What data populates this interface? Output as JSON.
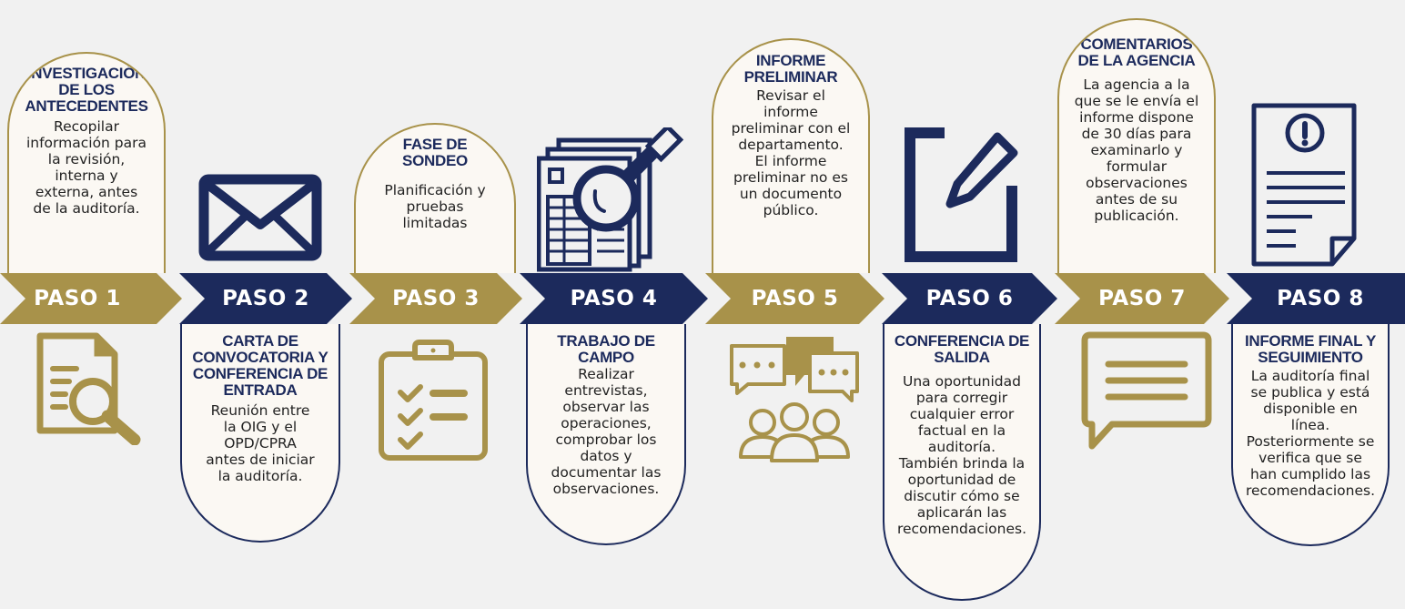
{
  "colors": {
    "gold": "#a8924a",
    "navy": "#1c2a5c",
    "background": "#f1f1f1",
    "card": "#fbf8f3"
  },
  "steps": [
    {
      "label": "PASO 1",
      "title": "INVESTIGACIÓN\nDE LOS\nANTECEDENTES",
      "text": "Recopilar\ninformación para\nla revisión,\ninterna y\nexterna, antes\nde la auditoría.",
      "icon": "document-search-icon"
    },
    {
      "label": "PASO 2",
      "title": "CARTA DE\nCONVOCATORIA Y\nCONFERENCIA DE\nENTRADA",
      "text": "Reunión entre\nla OIG y el\nOPD/CPRA\nantes de iniciar\nla auditoría.",
      "icon": "envelope-icon"
    },
    {
      "label": "PASO 3",
      "title": "FASE DE\nSONDEO",
      "text": "Planificación y\npruebas\nlimitadas",
      "icon": "clipboard-checklist-icon"
    },
    {
      "label": "PASO 4",
      "title": "TRABAJO DE\nCAMPO",
      "text": "Realizar\nentrevistas,\nobservar las\noperaciones,\ncomprobar los\ndatos y\ndocumentar las\nobservaciones.",
      "icon": "magnifier-documents-icon"
    },
    {
      "label": "PASO 5",
      "title": "INFORME\nPRELIMINAR",
      "text": "Revisar el\ninforme\npreliminar con el\ndepartamento.\nEl informe\npreliminar no es\nun documento\npúblico.",
      "icon": "people-speech-icon"
    },
    {
      "label": "PASO 6",
      "title": "CONFERENCIA DE\nSALIDA",
      "text": "Una oportunidad\npara corregir\ncualquier error\nfactual en la\nauditoría.\nTambién brinda la\noportunidad de\ndiscutir cómo se\naplicarán las\nrecomendaciones.",
      "icon": "edit-pencil-icon"
    },
    {
      "label": "PASO 7",
      "title": "COMENTARIOS\nDE LA AGENCIA",
      "text": "La agencia a la\nque se le envía el\ninforme dispone\nde 30 días para\nexaminarlo y\nformular\nobservaciones\nantes de su\npublicación.",
      "icon": "speech-bubble-icon"
    },
    {
      "label": "PASO 8",
      "title": "INFORME FINAL Y\nSEGUIMIENTO",
      "text": "La auditoría final\nse publica y está\ndisponible en\nlínea.\nPosteriormente se\nverifica que se\nhan cumplido las\nrecomendaciones.",
      "icon": "report-alert-icon"
    }
  ]
}
